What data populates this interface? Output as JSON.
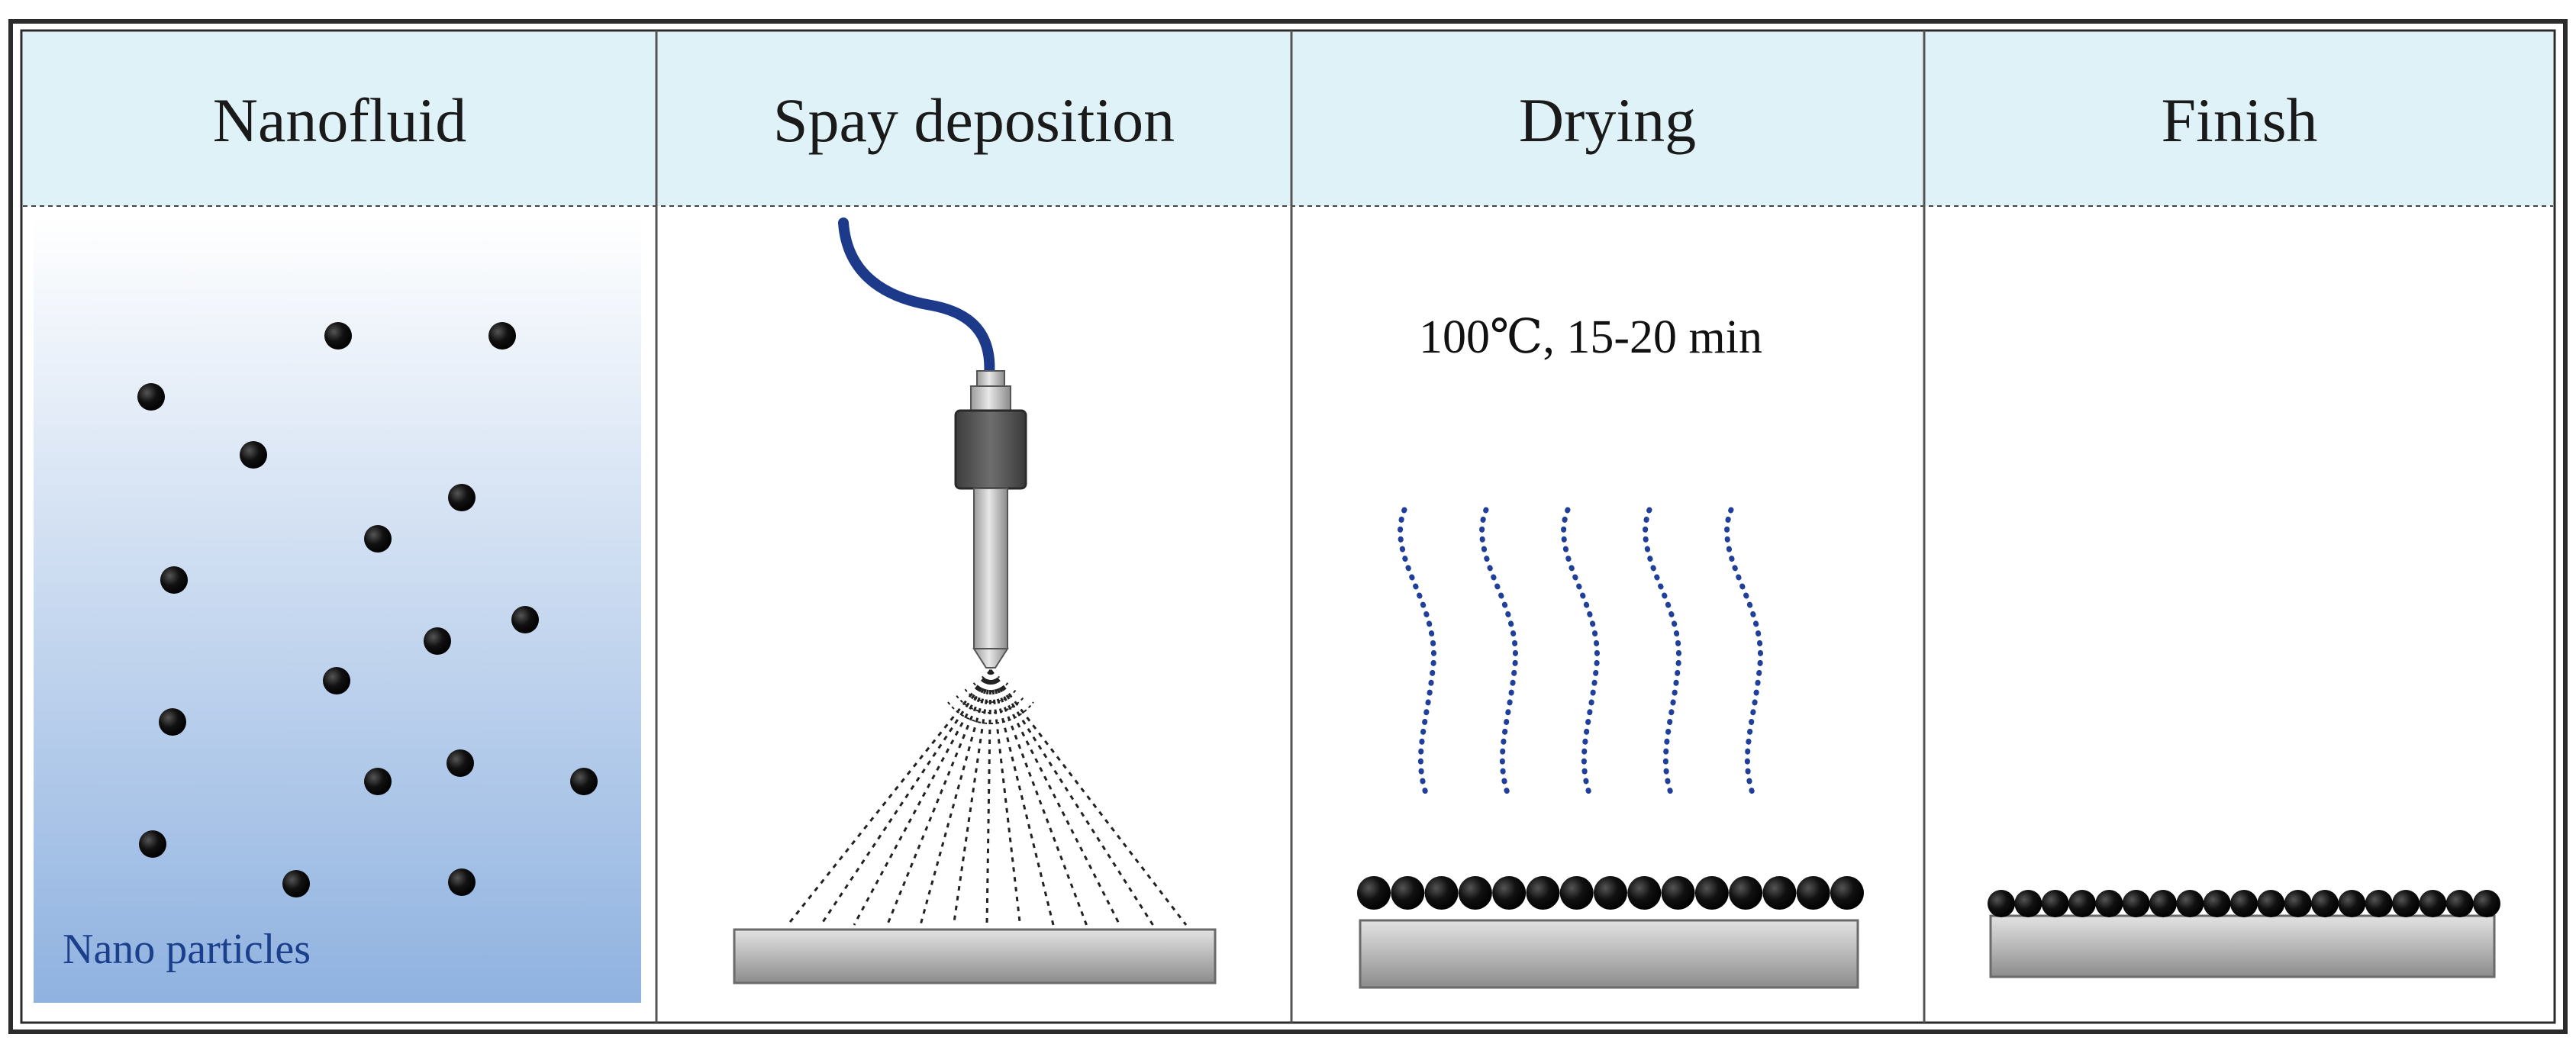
{
  "stages": [
    {
      "label": "Nanofluid"
    },
    {
      "label": "Spay deposition"
    },
    {
      "label": "Drying"
    },
    {
      "label": "Finish"
    }
  ],
  "nanofluid": {
    "particles_label": "Nano particles",
    "particle_count": 18
  },
  "drying": {
    "condition": "100℃, 15-20 min",
    "heat_wave_count": 5
  },
  "colors": {
    "header_band": "#dff2f8",
    "border": "#2b2b2b",
    "fluid_top": "#ffffff",
    "fluid_bottom": "#8fb2e0",
    "hose": "#1d3a8a",
    "nozzle_body": "#5a5a5a",
    "particle": "#0a0a0a",
    "heat_wave": "#1f3f9a",
    "substrate": "#b8b8b8",
    "label": "#1c3f8c"
  }
}
